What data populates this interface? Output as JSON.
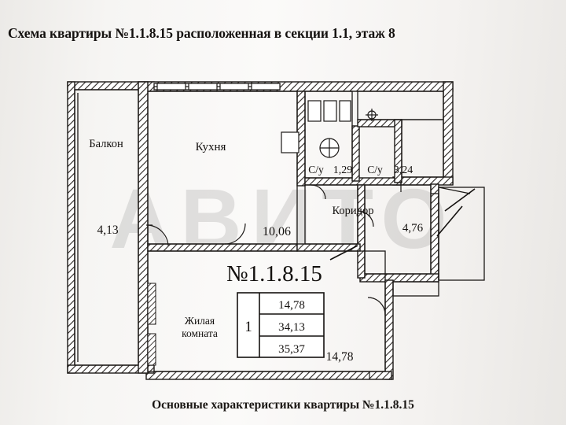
{
  "title": "Схема квартиры №1.1.8.15 расположенная в секции 1.1, этаж 8",
  "watermark": "АВИТО",
  "bottom_caption": "Основные характеристики квартиры №1.1.8.15",
  "bottom_caption_partial": "",
  "apartment_number": "№1.1.8.15",
  "rooms_count": "1",
  "areas": {
    "living": "14,78",
    "total_without_balcony": "34,13",
    "total_with_balcony": "35,37"
  },
  "rooms": [
    {
      "name": "room-balcony",
      "label": "Балкон",
      "area": "4,13"
    },
    {
      "name": "room-kitchen",
      "label": "Кухня",
      "area": "10,06"
    },
    {
      "name": "room-bathroom-1",
      "label": "С/у",
      "area": "1,29"
    },
    {
      "name": "room-bathroom-2",
      "label": "С/у",
      "area": "3,24"
    },
    {
      "name": "room-corridor",
      "label": "Коридор",
      "area": "4,76"
    },
    {
      "name": "room-living",
      "label": "Жилая комната",
      "area": "14,78"
    }
  ],
  "labels": {
    "balcony": "Балкон",
    "balcony_area": "4,13",
    "kitchen": "Кухня",
    "kitchen_area": "10,06",
    "bath1": "С/у",
    "bath1_area": "1,29",
    "bath2": "С/у",
    "bath2_area": "3,24",
    "corridor": "Коридор",
    "corridor_area": "4,76",
    "living_line1": "Жилая",
    "living_line2": "комната",
    "living_area": "14,78"
  },
  "colors": {
    "ink": "#14110f",
    "paper": "#f4f2f0",
    "wall": "#1c1917"
  }
}
